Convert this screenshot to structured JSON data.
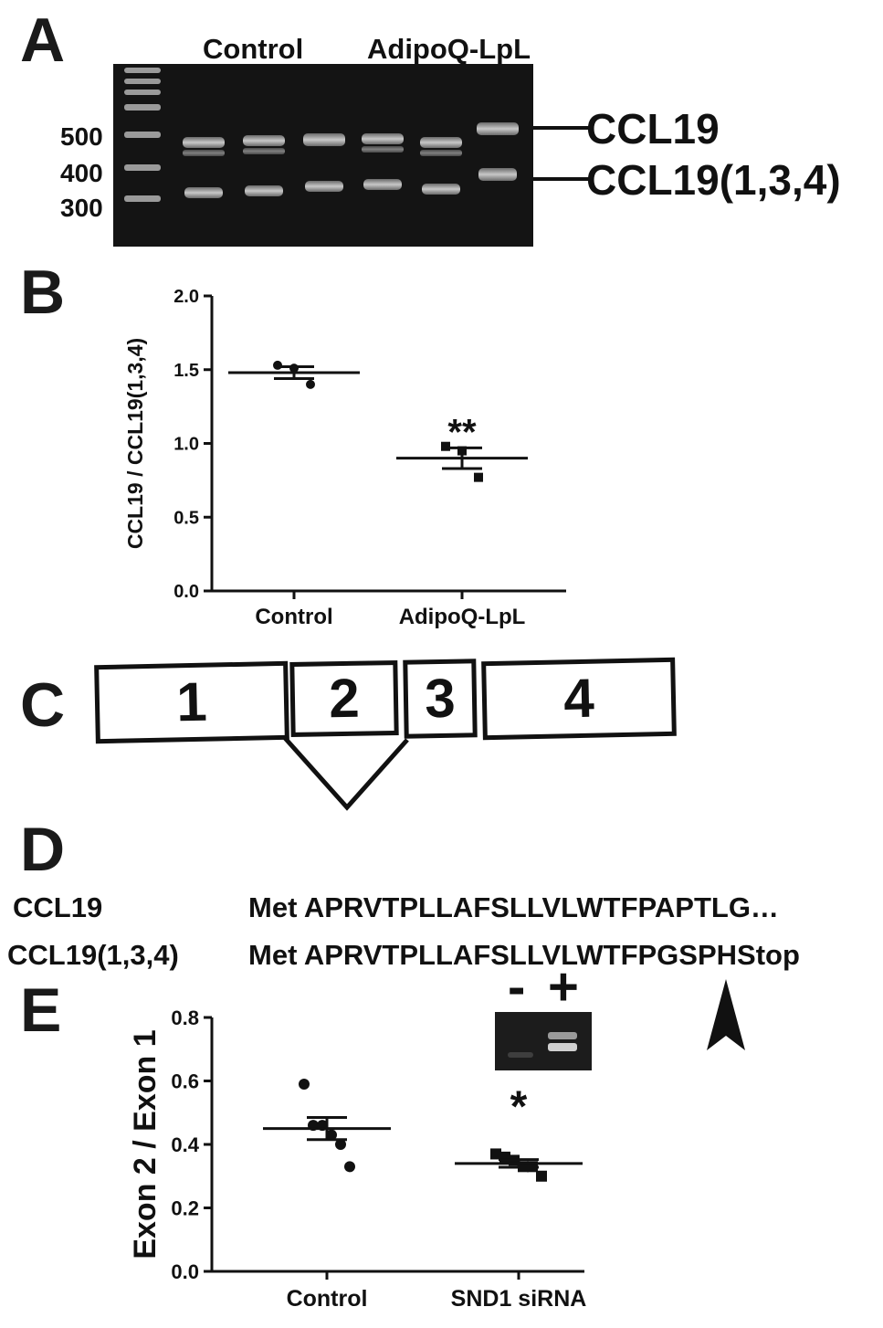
{
  "panel_a": {
    "letter": "A",
    "group_labels": [
      "Control",
      "AdipoQ-LpL"
    ],
    "ladder_labels": [
      "500",
      "400",
      "300"
    ],
    "band_labels": [
      "CCL19",
      "CCL19(1,3,4)"
    ]
  },
  "panel_b": {
    "letter": "B",
    "significance": "**"
  },
  "panel_c": {
    "letter": "C",
    "exons": [
      "1",
      "2",
      "3",
      "4"
    ]
  },
  "panel_d": {
    "letter": "D",
    "rows": [
      {
        "name": "CCL19",
        "sequence": "Met APRVTPLLAFSLLVLWTFPAPTLG…"
      },
      {
        "name": "CCL19(1,3,4)",
        "sequence": "Met APRVTPLLAFSLLVLWTFPGSPHStop"
      }
    ]
  },
  "panel_e": {
    "letter": "E",
    "significance": "*",
    "inset_labels": [
      "-",
      "+"
    ]
  },
  "chart_data": [
    {
      "type": "scatter",
      "title": "",
      "xlabel": "",
      "ylabel": "CCL19 / CCL19(1,3,4)",
      "categories": [
        "Control",
        "AdipoQ-LpL"
      ],
      "ylim": [
        0.0,
        2.0
      ],
      "yticks": [
        "0.0",
        "0.5",
        "1.0",
        "1.5",
        "2.0"
      ],
      "series": [
        {
          "values": [
            1.53,
            1.51,
            1.4
          ],
          "mean": 1.48,
          "sem": 0.04,
          "marker": "circle"
        },
        {
          "values": [
            0.98,
            0.95,
            0.77
          ],
          "mean": 0.9,
          "sem": 0.07,
          "marker": "square"
        }
      ],
      "grid": false
    },
    {
      "type": "scatter",
      "title": "",
      "xlabel": "",
      "ylabel": "Exon 2 / Exon 1",
      "categories": [
        "Control",
        "SND1 siRNA"
      ],
      "ylim": [
        0.0,
        0.8
      ],
      "yticks": [
        "0.0",
        "0.2",
        "0.4",
        "0.6",
        "0.8"
      ],
      "series": [
        {
          "values": [
            0.59,
            0.46,
            0.46,
            0.43,
            0.4,
            0.33
          ],
          "mean": 0.45,
          "sem": 0.035,
          "marker": "circle"
        },
        {
          "values": [
            0.37,
            0.36,
            0.35,
            0.33,
            0.33,
            0.3
          ],
          "mean": 0.34,
          "sem": 0.012,
          "marker": "square"
        }
      ],
      "grid": false
    }
  ]
}
